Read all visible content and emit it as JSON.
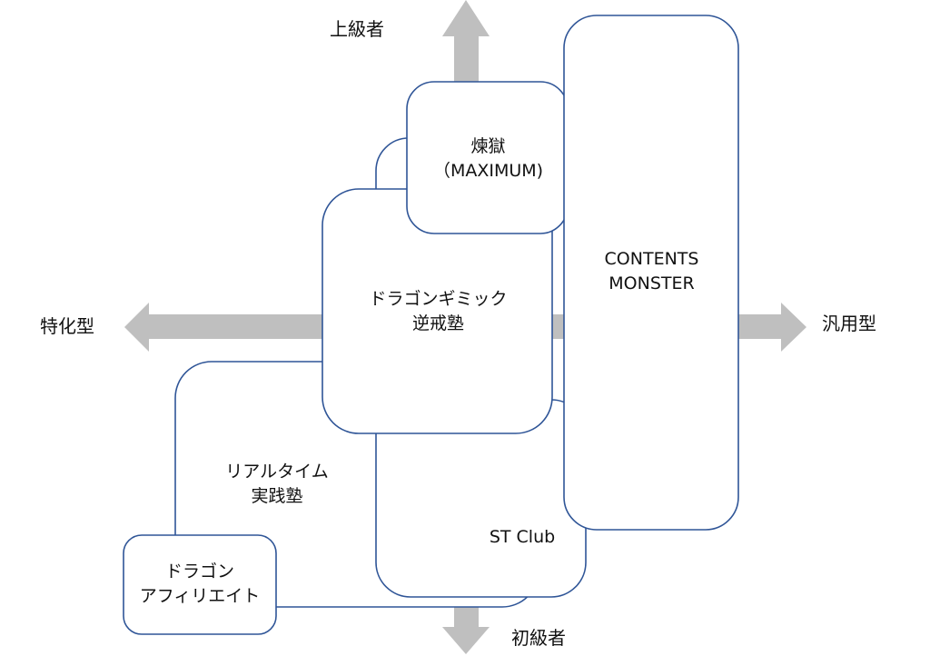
{
  "colors": {
    "arrow": "#bfbfbf",
    "box_stroke": "#2f5597",
    "box_fill": "#ffffff",
    "text": "#111111"
  },
  "axes": {
    "up": {
      "label": "上級者",
      "icon": "arrow-up-icon"
    },
    "down": {
      "label": "初級者",
      "icon": "arrow-down-icon"
    },
    "left": {
      "label": "特化型",
      "icon": "arrow-left-icon"
    },
    "right": {
      "label": "汎用型",
      "icon": "arrow-right-icon"
    }
  },
  "boxes": {
    "realtime": {
      "lines": [
        "リアルタイム",
        "実践塾"
      ]
    },
    "stclub": {
      "lines": [
        "ST Club"
      ]
    },
    "dragon_gimmick": {
      "lines": [
        "ドラゴンギミック",
        "逆戒塾"
      ]
    },
    "rengoku": {
      "lines": [
        "煉獄",
        "（MAXIMUM)"
      ]
    },
    "contents_monster": {
      "lines": [
        "CONTENTS",
        "MONSTER"
      ]
    },
    "dragon_affiliate": {
      "lines": [
        "ドラゴン",
        "アフィリエイト"
      ]
    }
  }
}
